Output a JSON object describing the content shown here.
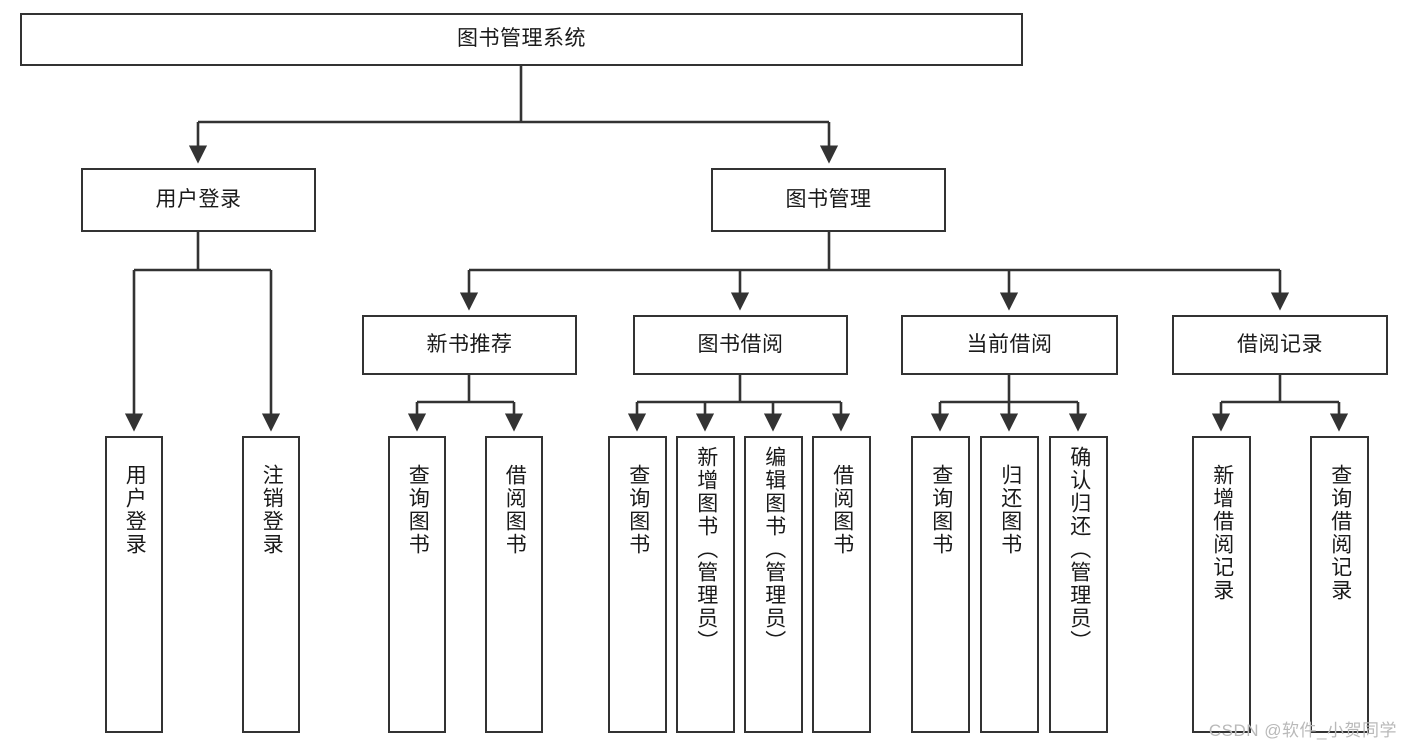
{
  "diagram": {
    "title": "图书管理系统",
    "type": "tree",
    "watermark": "CSDN @软件_小贺同学",
    "colors": {
      "box_border": "#333333",
      "box_fill": "#ffffff",
      "connector": "#333333",
      "text": "#1a1a1a",
      "watermark": "#b9b9b9",
      "background": "#ffffff"
    },
    "nodes": {
      "root": {
        "label": "图书管理系统"
      },
      "level2": [
        {
          "id": "user-login",
          "label": "用户登录"
        },
        {
          "id": "book-manage",
          "label": "图书管理"
        }
      ],
      "level3": [
        {
          "id": "new-book-recommend",
          "label": "新书推荐"
        },
        {
          "id": "book-borrow",
          "label": "图书借阅"
        },
        {
          "id": "current-borrow",
          "label": "当前借阅"
        },
        {
          "id": "borrow-record",
          "label": "借阅记录"
        }
      ],
      "leaves": {
        "user_login": [
          {
            "id": "leaf-user-login",
            "label": "用户登录"
          },
          {
            "id": "leaf-logout",
            "label": "注销登录"
          }
        ],
        "new_book_recommend": [
          {
            "id": "leaf-query-book-1",
            "label": "查询图书"
          },
          {
            "id": "leaf-borrow-book-1",
            "label": "借阅图书"
          }
        ],
        "book_borrow": [
          {
            "id": "leaf-query-book-2",
            "label": "查询图书"
          },
          {
            "id": "leaf-add-book",
            "label": "新增图书（管理员）"
          },
          {
            "id": "leaf-edit-book",
            "label": "编辑图书（管理员）"
          },
          {
            "id": "leaf-borrow-book-2",
            "label": "借阅图书"
          }
        ],
        "current_borrow": [
          {
            "id": "leaf-query-book-3",
            "label": "查询图书"
          },
          {
            "id": "leaf-return-book",
            "label": "归还图书"
          },
          {
            "id": "leaf-confirm-return",
            "label": "确认归还（管理员）"
          }
        ],
        "borrow_record": [
          {
            "id": "leaf-add-record",
            "label": "新增借阅记录"
          },
          {
            "id": "leaf-query-record",
            "label": "查询借阅记录"
          }
        ]
      }
    }
  }
}
